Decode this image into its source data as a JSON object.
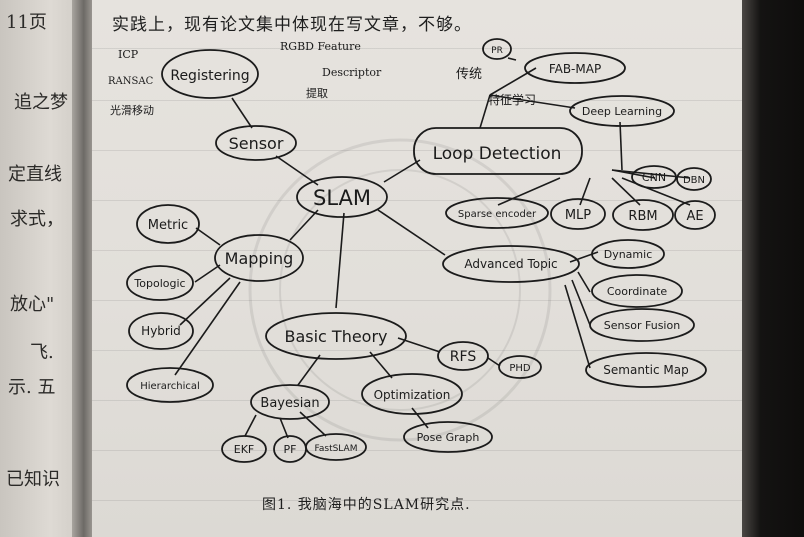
{
  "header_note": "实践上，现有论文集中体现在写文章，不够。",
  "caption": "图1. 我脑海中的SLAM研究点.",
  "left_margin_text": [
    "11页",
    "追之梦",
    "定直线",
    "求式，",
    "放心\"",
    "飞.",
    "示. 五",
    "已知识"
  ],
  "annotations": {
    "icp": "ICP",
    "ransac": "RANSAC",
    "bundle": "光滑移动",
    "rgbd": "RGBD Feature",
    "descriptor": "Descriptor",
    "xtract": "提取",
    "traditional": "传统",
    "feature_learning": "特征学习"
  },
  "nodes": {
    "slam": "SLAM",
    "sensor": "Sensor",
    "registering": "Registering",
    "loop_detection": "Loop Detection",
    "pr": "PR",
    "fab_map": "FAB-MAP",
    "deep_learning": "Deep Learning",
    "cnn": "CNN",
    "dbn": "DBN",
    "sparse_encoder": "Sparse encoder",
    "mlp": "MLP",
    "rbm": "RBM",
    "ae": "AE",
    "mapping": "Mapping",
    "metric": "Metric",
    "topologic": "Topologic",
    "hybrid": "Hybrid",
    "hierarchical": "Hierarchical",
    "advanced_topic": "Advanced Topic",
    "dynamic": "Dynamic",
    "coordinate": "Coordinate",
    "sensor_fusion": "Sensor Fusion",
    "semantic_map": "Semantic Map",
    "basic_theory": "Basic Theory",
    "rfs": "RFS",
    "phd": "PHD",
    "bayesian": "Bayesian",
    "optimization": "Optimization",
    "ekf": "EKF",
    "pf": "PF",
    "fastslam": "FastSLAM",
    "pose_graph": "Pose Graph"
  },
  "colors": {
    "ink": "#1b1b1b",
    "paper": "#e4e1dc",
    "binding": "#0e0d0c"
  }
}
